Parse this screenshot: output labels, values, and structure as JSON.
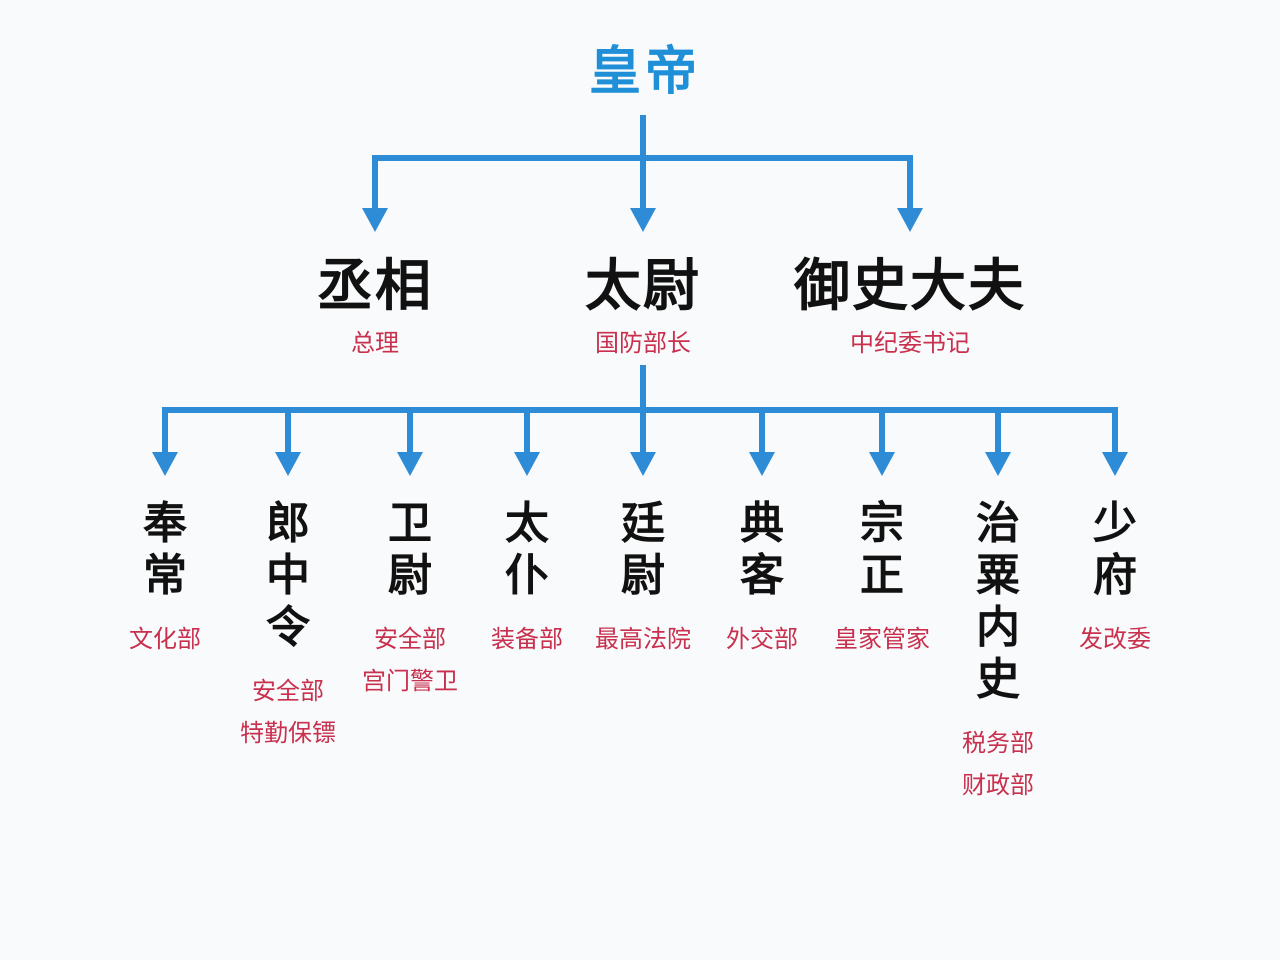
{
  "colors": {
    "connector": "#2e8bd6",
    "root_text": "#1f8fd8",
    "title_text": "#111111",
    "note_text": "#c8304e"
  },
  "root": {
    "title": "皇帝"
  },
  "level1": [
    {
      "id": "chengxiang",
      "title": "丞相",
      "note": "总理"
    },
    {
      "id": "taiwei",
      "title": "太尉",
      "note": "国防部长"
    },
    {
      "id": "yushidafu",
      "title": "御史大夫",
      "note": "中纪委书记"
    }
  ],
  "level2": [
    {
      "id": "fengchang",
      "chars": [
        "奉",
        "常"
      ],
      "notes": [
        "文化部"
      ]
    },
    {
      "id": "langzhongling",
      "chars": [
        "郎",
        "中",
        "令"
      ],
      "notes": [
        "安全部",
        "特勤保镖"
      ]
    },
    {
      "id": "weiwei",
      "chars": [
        "卫",
        "尉"
      ],
      "notes": [
        "安全部",
        "宫门警卫"
      ]
    },
    {
      "id": "taipu",
      "chars": [
        "太",
        "仆"
      ],
      "notes": [
        "装备部"
      ]
    },
    {
      "id": "tingwei",
      "chars": [
        "廷",
        "尉"
      ],
      "notes": [
        "最高法院"
      ]
    },
    {
      "id": "dianke",
      "chars": [
        "典",
        "客"
      ],
      "notes": [
        "外交部"
      ]
    },
    {
      "id": "zongzheng",
      "chars": [
        "宗",
        "正"
      ],
      "notes": [
        "皇家管家"
      ]
    },
    {
      "id": "zhisuneishi",
      "chars": [
        "治",
        "粟",
        "内",
        "史"
      ],
      "notes": [
        "税务部",
        "财政部"
      ]
    },
    {
      "id": "shaofu",
      "chars": [
        "少",
        "府"
      ],
      "notes": [
        "发改委"
      ]
    }
  ]
}
